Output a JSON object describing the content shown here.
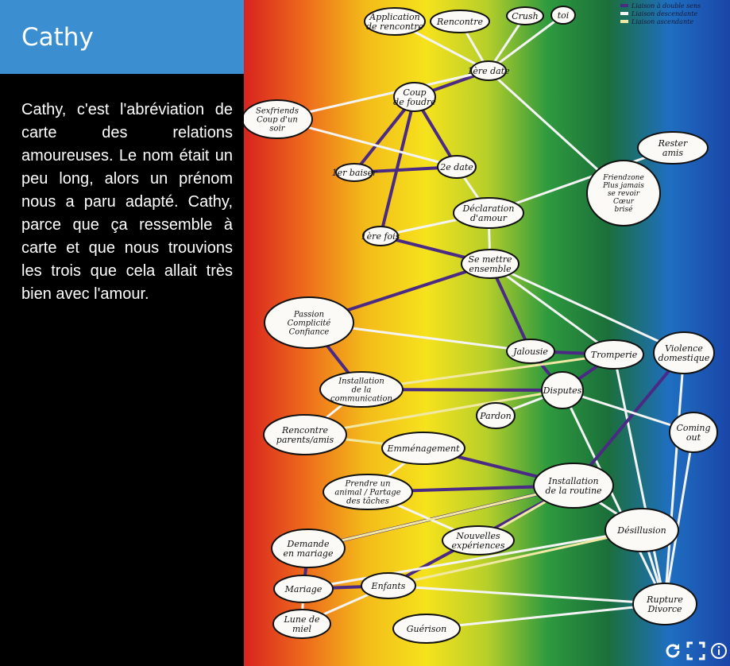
{
  "sidebar": {
    "title": "Cathy",
    "description": "Cathy, c'est l'abréviation de carte des relations amoureuses. Le nom était un peu long, alors un prénom nous a paru adapté. Cathy, parce que ça ressemble à carte et que nous trouvions les trois que cela allait très bien avec l'amour."
  },
  "colors": {
    "header_bg": "#3b8fd1",
    "rainbow": [
      "#d8231f",
      "#ee6a1c",
      "#f3bb1a",
      "#f6e21d",
      "#b7cf2a",
      "#2e9a3e",
      "#1b6f3a",
      "#1f6fc1",
      "#1a45a8"
    ],
    "link_white": "#f4f4f4",
    "link_purple": "#4a2a84",
    "link_cream": "#f1e9a3"
  },
  "legend": {
    "items": [
      {
        "label": "Liaison à double sens",
        "color": "#4a2a84"
      },
      {
        "label": "Liaison descendante",
        "color": "#f4f4f4"
      },
      {
        "label": "Liaison ascendante",
        "color": "#f1e9a3"
      }
    ]
  },
  "map": {
    "nodes": [
      {
        "id": "appli",
        "label": "Application de rencontre"
      },
      {
        "id": "rencontre",
        "label": "Rencontre"
      },
      {
        "id": "crush",
        "label": "Crush"
      },
      {
        "id": "toi",
        "label": "toi"
      },
      {
        "id": "date1",
        "label": "1ère date"
      },
      {
        "id": "coup_foudre",
        "label": "Coup de foudre"
      },
      {
        "id": "sexfriends",
        "label": "Sexfriends Coup d'un soir"
      },
      {
        "id": "baiser",
        "label": "1er baiser"
      },
      {
        "id": "date2",
        "label": "2e date"
      },
      {
        "id": "rester_amis",
        "label": "Rester amis"
      },
      {
        "id": "friendzone",
        "label": "Friendzone Plus jamais se revoir Cœur brisé"
      },
      {
        "id": "declaration",
        "label": "Déclaration d'amour"
      },
      {
        "id": "fois1",
        "label": "1ère fois"
      },
      {
        "id": "ensemble",
        "label": "Se mettre ensemble"
      },
      {
        "id": "passion",
        "label": "Passion Complicité Confiance"
      },
      {
        "id": "jalousie",
        "label": "Jalousie"
      },
      {
        "id": "tromperie",
        "label": "Tromperie"
      },
      {
        "id": "violence",
        "label": "Violence domestique"
      },
      {
        "id": "communication",
        "label": "Installation de la communication"
      },
      {
        "id": "disputes",
        "label": "Disputes"
      },
      {
        "id": "pardon",
        "label": "Pardon"
      },
      {
        "id": "coming_out",
        "label": "Coming out"
      },
      {
        "id": "parents",
        "label": "Rencontre parents/amis"
      },
      {
        "id": "emmenagement",
        "label": "Emménagement"
      },
      {
        "id": "animal",
        "label": "Prendre un animal / Partage des tâches"
      },
      {
        "id": "routine",
        "label": "Installation de la routine"
      },
      {
        "id": "desillusion",
        "label": "Désillusion"
      },
      {
        "id": "demande",
        "label": "Demande en mariage"
      },
      {
        "id": "experiences",
        "label": "Nouvelles expériences"
      },
      {
        "id": "mariage",
        "label": "Mariage"
      },
      {
        "id": "enfants",
        "label": "Enfants"
      },
      {
        "id": "rupture",
        "label": "Rupture Divorce"
      },
      {
        "id": "lune_miel",
        "label": "Lune de miel"
      },
      {
        "id": "guerison",
        "label": "Guérison"
      }
    ]
  },
  "controls": {
    "reload_icon": "reload-icon",
    "fullscreen_icon": "fullscreen-icon",
    "info_icon": "info-icon"
  }
}
